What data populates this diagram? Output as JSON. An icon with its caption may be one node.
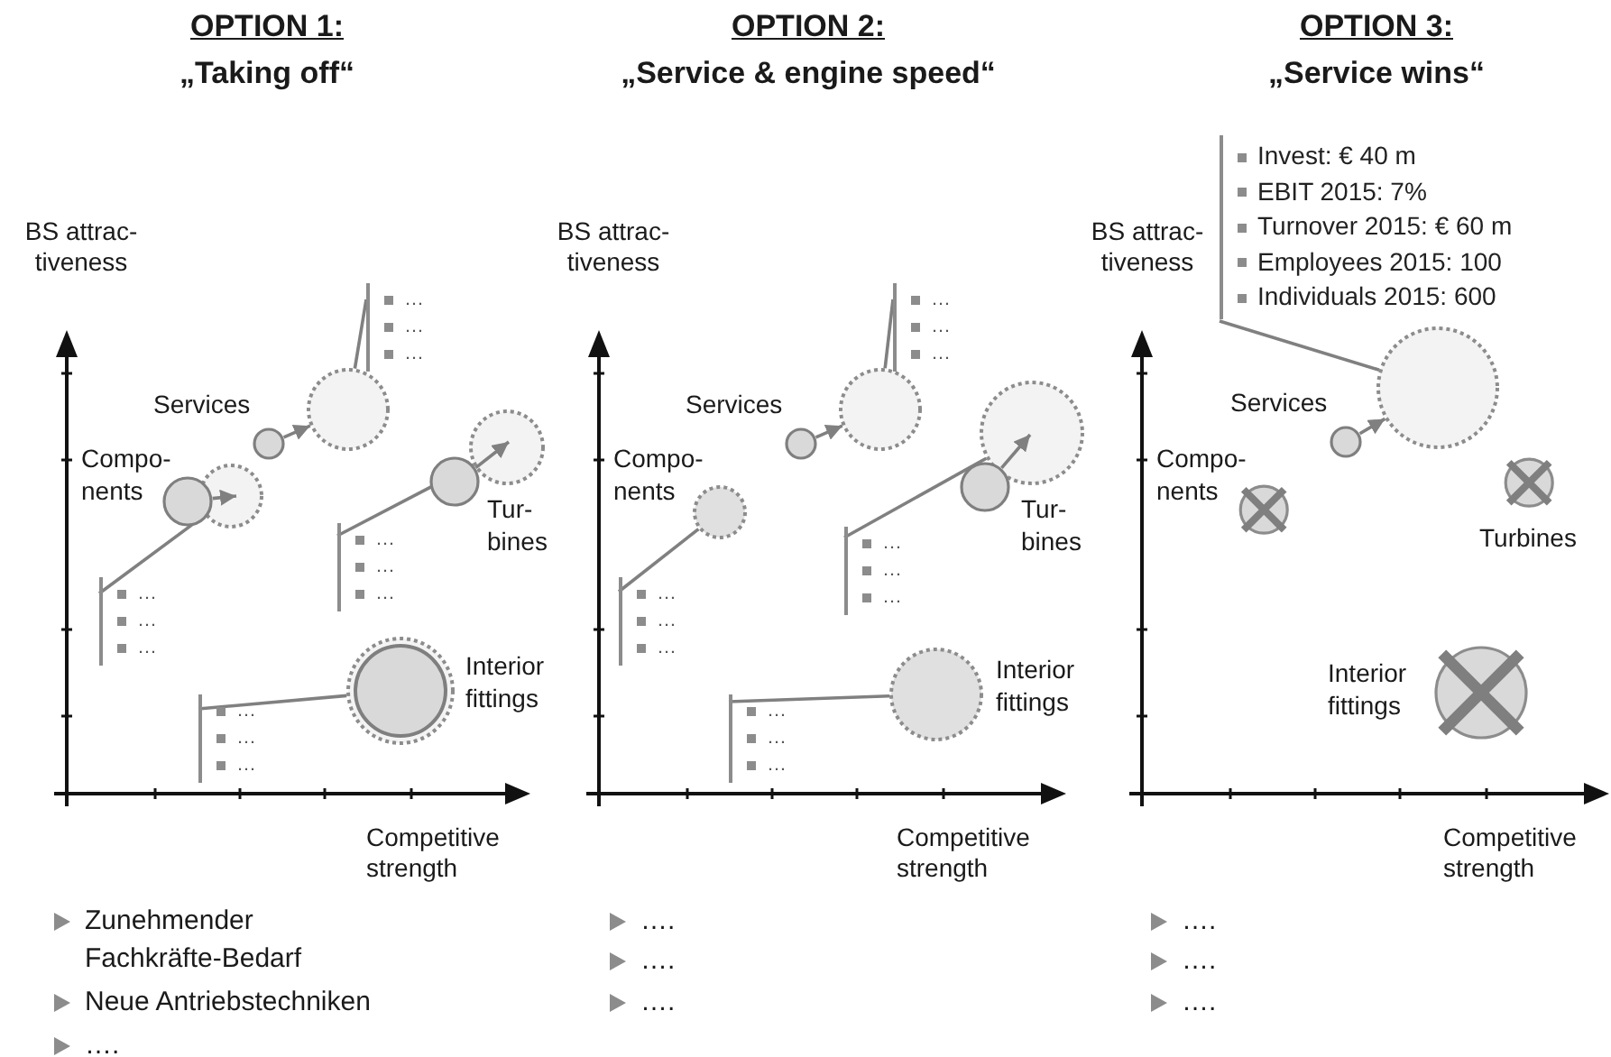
{
  "diagram": {
    "nodes": [
      {
        "text": [
          "…",
          "…",
          "…"
        ]
      },
      {
        "text": [],
        "shape": "circle",
        "beside": [
          "Services"
        ]
      },
      {
        "text": [],
        "shape": "circle"
      },
      {
        "text": [],
        "shape": "circle",
        "beside": [
          "Compo- nents"
        ]
      },
      {
        "text": [],
        "shape": "circle"
      },
      {
        "text": [
          "…",
          "…",
          "…"
        ]
      },
      {
        "text": [],
        "shape": "circle"
      },
      {
        "text": [],
        "shape": "circle",
        "beside": [
          "Tur- bines"
        ]
      },
      {
        "text": [
          "…",
          "…",
          "…"
        ]
      },
      {
        "text": [],
        "shape": "circle",
        "beside": [
          "Interior fittings"
        ]
      },
      {
        "text": [
          "…",
          "…",
          "…"
        ]
      },
      {
        "text": [
          "…",
          "…",
          "…"
        ]
      },
      {
        "text": [],
        "shape": "circle",
        "beside": [
          "Services"
        ]
      },
      {
        "text": [],
        "shape": "circle"
      },
      {
        "text": [],
        "shape": "circle",
        "beside": [
          "Compo- nents"
        ]
      },
      {
        "text": [
          "…",
          "…",
          "…"
        ]
      },
      {
        "text": [],
        "shape": "circle"
      },
      {
        "text": [],
        "shape": "circle",
        "beside": [
          "Tur- bines"
        ]
      },
      {
        "text": [
          "…",
          "…",
          "…"
        ]
      },
      {
        "text": [],
        "shape": "circle",
        "beside": [
          "Interior fittings"
        ]
      },
      {
        "text": [
          "…",
          "…",
          "…"
        ]
      },
      {
        "text": [
          "Invest: € 40 m",
          "EBIT 2015: 7%",
          "Turnover 2015: € 60 m",
          "Employees 2015: 100",
          "Individuals 2015: 600"
        ]
      },
      {
        "text": [],
        "shape": "circle"
      },
      {
        "text": [],
        "shape": "circle",
        "beside": [
          "Services"
        ]
      },
      {
        "text": [],
        "shape": "circle",
        "beside": [
          "Compo- nents"
        ]
      },
      {
        "text": [],
        "shape": "circle",
        "beside": [
          "Turbines"
        ]
      },
      {
        "text": [],
        "shape": "circle",
        "beside": [
          "Interior fittings"
        ]
      }
    ],
    "edges": [
      {
        "from": 1,
        "to": 2,
        "arrow": "to"
      },
      {
        "from": 0,
        "to": 2,
        "arrow": "none"
      },
      {
        "from": 3,
        "to": 4,
        "arrow": "to"
      },
      {
        "from": 5,
        "to": 4,
        "arrow": "none"
      },
      {
        "from": 7,
        "to": 6,
        "arrow": "to"
      },
      {
        "from": 8,
        "to": 6,
        "arrow": "none"
      },
      {
        "from": 10,
        "to": 9,
        "arrow": "none"
      },
      {
        "from": 12,
        "to": 13,
        "arrow": "to"
      },
      {
        "from": 11,
        "to": 13,
        "arrow": "none"
      },
      {
        "from": 15,
        "to": 14,
        "arrow": "none"
      },
      {
        "from": 17,
        "to": 16,
        "arrow": "to"
      },
      {
        "from": 18,
        "to": 16,
        "arrow": "none"
      },
      {
        "from": 20,
        "to": 19,
        "arrow": "none"
      },
      {
        "from": 21,
        "to": 22,
        "arrow": "none"
      },
      {
        "from": 23,
        "to": 22,
        "arrow": "to"
      }
    ],
    "labels": [
      "OPTION 1:",
      "„Taking off“",
      "OPTION 2:",
      "„Service & engine speed“",
      "OPTION 3:",
      "„Service wins“",
      "BS attrac- tiveness",
      "BS attrac- tiveness",
      "BS attrac- tiveness",
      "Competitive strength",
      "Competitive strength",
      "Competitive strength",
      "Zunehmender Fachkräfte-Bedarf",
      "Neue Antriebstechniken",
      "….",
      "….",
      "….",
      "….",
      "….",
      "….",
      "…."
    ]
  }
}
